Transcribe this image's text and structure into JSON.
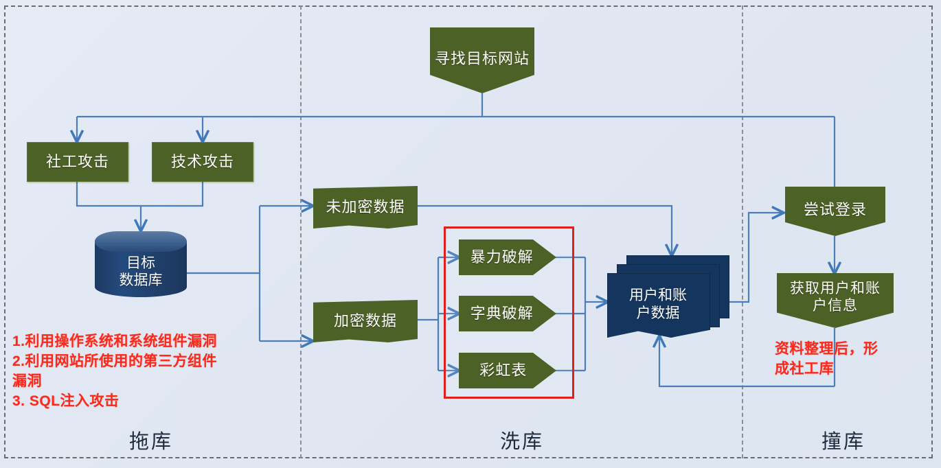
{
  "diagram": {
    "title_nodes": {
      "find_target": "寻找目标网站",
      "social_attack": "社工攻击",
      "tech_attack": "技术攻击",
      "target_db": "目标\n数据库",
      "unencrypted": "未加密数据",
      "encrypted": "加密数据",
      "brute_force": "暴力破解",
      "dictionary": "字典破解",
      "rainbow": "彩虹表",
      "user_account_data": "用户和账\n户数据",
      "try_login": "尝试登录",
      "get_user_info": "获取用户和账\n户信息"
    },
    "notes": {
      "left_note": "1.利用操作系统和系统组件漏洞\n2.利用网站所使用的第三方组件\n漏洞\n3. SQL注入攻击",
      "right_note": "资料整理后，形\n成社工库"
    },
    "phases": [
      {
        "label": "拖库"
      },
      {
        "label": "洗库"
      },
      {
        "label": "撞库"
      }
    ],
    "colors": {
      "green_node": "#4c6125",
      "navy_node": "#14365e",
      "connector": "#4a7ebb",
      "note_red": "#fb2a1c",
      "red_group_border": "#e01f1f",
      "background": "#e3e9f3",
      "phase_text": "#1d2b3d"
    }
  }
}
